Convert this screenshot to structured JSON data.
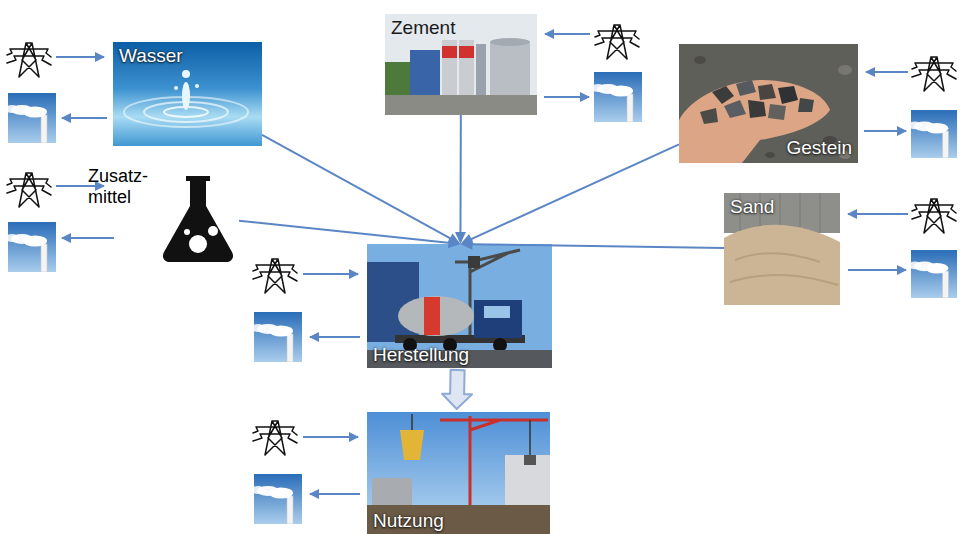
{
  "diagram": {
    "nodes": [
      {
        "text": [
          "Wasser"
        ]
      },
      {
        "text": [
          "Zement"
        ]
      },
      {
        "text": [
          "Gestein"
        ]
      },
      {
        "text": [
          "Zusatz- mittel"
        ]
      },
      {
        "text": [
          "Sand"
        ]
      },
      {
        "text": [
          "Herstellung"
        ]
      },
      {
        "text": [
          "Nutzung"
        ]
      }
    ],
    "edges": [
      {
        "from": 0,
        "to": 5,
        "arrow": "to"
      },
      {
        "from": 1,
        "to": 5,
        "arrow": "to"
      },
      {
        "from": 2,
        "to": 5,
        "arrow": "to"
      },
      {
        "from": 3,
        "to": 5,
        "arrow": "to"
      },
      {
        "from": 4,
        "to": 5,
        "arrow": "to"
      },
      {
        "from": 5,
        "to": 6,
        "arrow": "to"
      }
    ]
  }
}
